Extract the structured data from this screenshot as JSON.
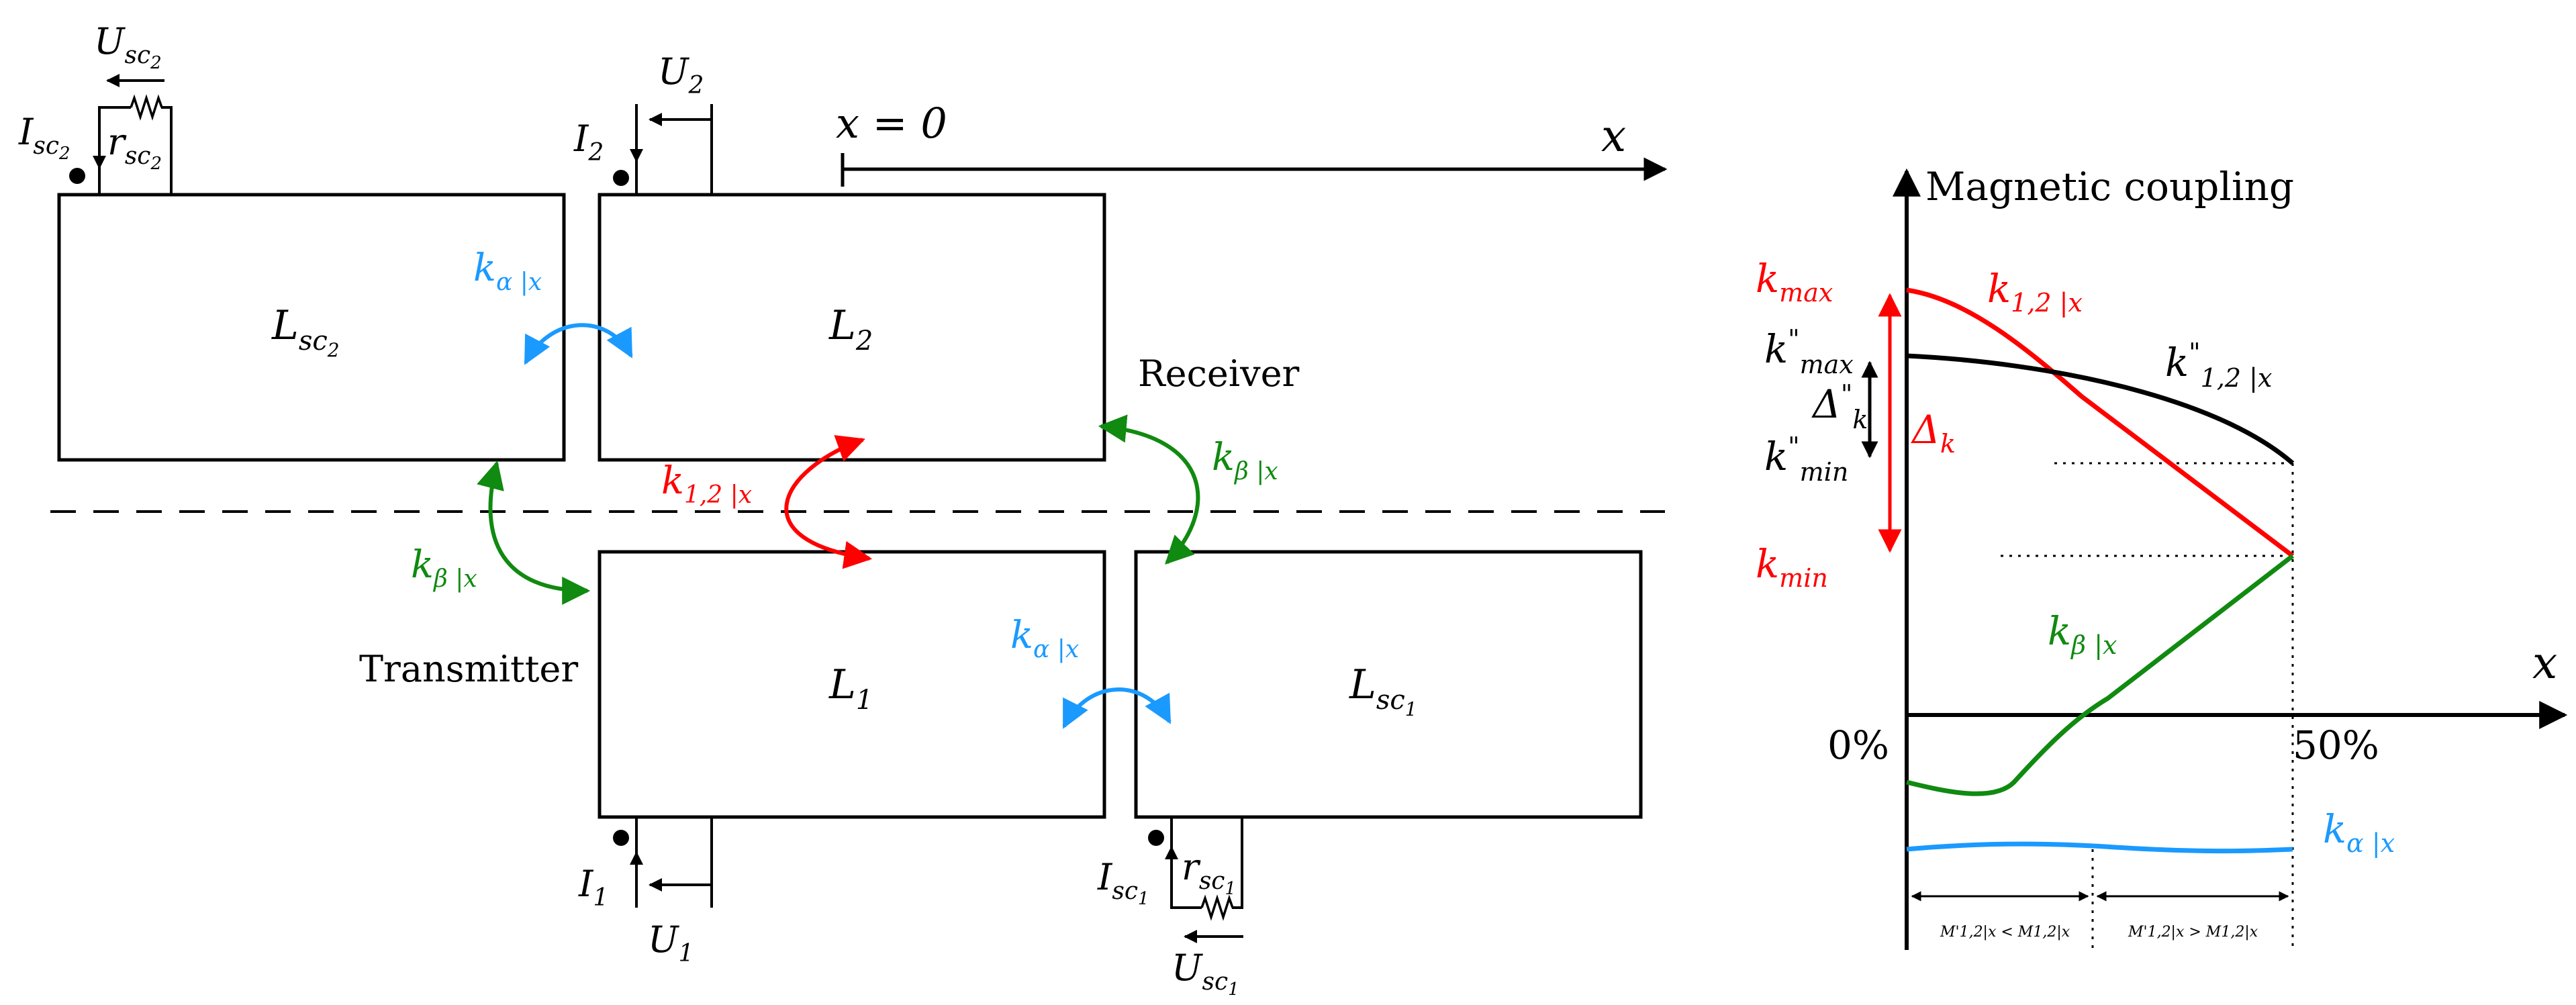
{
  "colors": {
    "red": "#ff0000",
    "green": "#108a10",
    "blue": "#1a9aff",
    "black": "#000000"
  },
  "circuit": {
    "x_axis": {
      "origin_label": "x = 0",
      "axis_label": "x"
    },
    "coils": {
      "lsc2": {
        "main": "L",
        "sub": "sc",
        "subsub": "2"
      },
      "l2": {
        "main": "L",
        "sub": "2"
      },
      "l1": {
        "main": "L",
        "sub": "1"
      },
      "lsc1": {
        "main": "L",
        "sub": "sc",
        "subsub": "1"
      }
    },
    "side_labels": {
      "receiver": "Receiver",
      "transmitter": "Transmitter"
    },
    "terminals": {
      "i2": {
        "main": "I",
        "sub": "2"
      },
      "u2": {
        "main": "U",
        "sub": "2"
      },
      "i1": {
        "main": "I",
        "sub": "1"
      },
      "u1": {
        "main": "U",
        "sub": "1"
      },
      "isc2": {
        "main": "I",
        "sub": "sc",
        "subsub": "2"
      },
      "rsc2": {
        "main": "r",
        "sub": "sc",
        "subsub": "2"
      },
      "usc2": {
        "main": "U",
        "sub": "sc",
        "subsub": "2"
      },
      "isc1": {
        "main": "I",
        "sub": "sc",
        "subsub": "1"
      },
      "rsc1": {
        "main": "r",
        "sub": "sc",
        "subsub": "1"
      },
      "usc1": {
        "main": "U",
        "sub": "sc",
        "subsub": "1"
      }
    },
    "couplings": {
      "k_alpha": {
        "main": "k",
        "sub": "α |x"
      },
      "k_beta": {
        "main": "k",
        "sub": "β |x"
      },
      "k12": {
        "main": "k",
        "sub": "1,2 |x"
      }
    }
  },
  "plot": {
    "y_label": "Magnetic coupling",
    "x_label": "x",
    "x_ticks": [
      "0%",
      "50%"
    ],
    "left_labels": {
      "kmax": {
        "main": "k",
        "sub": "max"
      },
      "kmin": {
        "main": "k",
        "sub": "min"
      },
      "kmax2": {
        "main": "k",
        "sup": "\"",
        "sub": "max"
      },
      "kmin2": {
        "main": "k",
        "sup": "\"",
        "sub": "min"
      },
      "delta_k": {
        "main": "Δ",
        "sub": "k"
      },
      "delta_k2": {
        "main": "Δ",
        "sup": "\"",
        "sub": "k"
      }
    },
    "curve_labels": {
      "k12": {
        "main": "k",
        "sub": "1,2 |x"
      },
      "k12_2": {
        "main": "k",
        "sup": "\"",
        "sub": "1,2 |x"
      },
      "k_beta": {
        "main": "k",
        "sub": "β |x"
      },
      "k_alpha": {
        "main": "k",
        "sub": "α |x"
      }
    },
    "regions": {
      "left": "M'1,2|x < M1,2|x",
      "right": "M'1,2|x > M1,2|x"
    }
  }
}
